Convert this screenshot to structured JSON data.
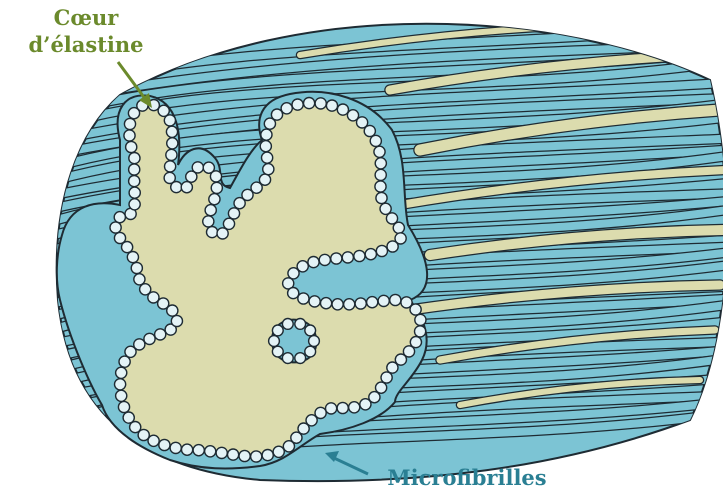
{
  "labels": {
    "core_line1": "Cœur",
    "core_line2": "d’élastine",
    "microfibrils": "Microfibrilles"
  },
  "colors": {
    "elastin_core": "#dcdcae",
    "elastin_core_dark": "#c9c98f",
    "microfibril_fill": "#7cc4d4",
    "microfibril_end": "#e4f3f6",
    "outline": "#1e2b33",
    "label_core": "#6b8a2c",
    "label_microfibrils": "#2a7f93"
  },
  "icons": {
    "core_arrow": "arrow-down-right-icon",
    "microfibril_arrow": "arrow-up-left-icon"
  }
}
